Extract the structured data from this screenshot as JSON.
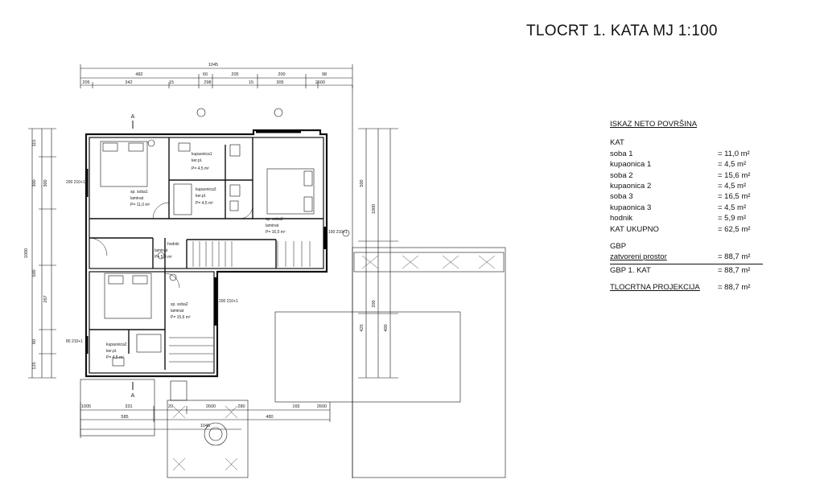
{
  "title": "TLOCRT 1. KATA  MJ 1:100",
  "legend": {
    "heading": "ISKAZ NETO POVRŠINA",
    "section": "KAT",
    "rows": [
      {
        "label": "soba 1",
        "value": "= 11,0 m²"
      },
      {
        "label": "kupaonica 1",
        "value": "= 4,5 m²"
      },
      {
        "label": "soba 2",
        "value": "= 15,6 m²"
      },
      {
        "label": "kupaonica 2",
        "value": "= 4,5 m²"
      },
      {
        "label": "soba 3",
        "value": "= 16,5 m²"
      },
      {
        "label": "kupaonica 3",
        "value": "= 4,5 m²"
      },
      {
        "label": "hodnik",
        "value": "= 5,9 m²"
      },
      {
        "label": "KAT UKUPNO",
        "value": "= 62,5 m²"
      }
    ],
    "gbp_heading": "GBP",
    "gbp_rows": [
      {
        "label": "zatvoreni prostor",
        "value": "= 88,7 m²"
      },
      {
        "label": "GBP  1. KAT",
        "value": "= 88,7 m²"
      }
    ],
    "projection": {
      "label": "TLOCRTNA PROJEKCIJA",
      "value": "= 88,7 m²"
    }
  },
  "plan": {
    "dims_top": {
      "overall": "1045",
      "row2": [
        "482",
        "60",
        "205",
        "200",
        "98"
      ],
      "row3": [
        "205",
        "342",
        "15",
        "298",
        "15",
        "305",
        "2600"
      ]
    },
    "dims_bottom": {
      "row1": [
        "1005",
        "331",
        "20",
        "2600",
        "280",
        "165",
        "2600"
      ],
      "row2": [
        "585",
        "480"
      ],
      "overall": "1045"
    },
    "dims_left": [
      "115",
      "300",
      "300",
      "1000",
      "500",
      "267",
      "60",
      "125"
    ],
    "dims_right": [
      "500",
      "1000",
      "425",
      "400",
      "200"
    ],
    "section_marks": [
      "A",
      "A"
    ],
    "rooms": [
      {
        "name": "sp. soba1",
        "floor": "laminat",
        "area": "P= 11,0 m²"
      },
      {
        "name": "kupaonica1",
        "floor": "ker.pl.",
        "area": "P= 4,5 m²"
      },
      {
        "name": "kupaonica3",
        "floor": "ker.pl.",
        "area": "P= 4,5 m²"
      },
      {
        "name": "sp. soba3",
        "floor": "laminat",
        "area": "P= 16,5 m²"
      },
      {
        "name": "hodnik",
        "floor": "laminat",
        "area": "P= 5,9 m²"
      },
      {
        "name": "sp. soba2",
        "floor": "laminat",
        "area": "P= 15,6 m²"
      },
      {
        "name": "kupaonica2",
        "floor": "ker.pl.",
        "area": "P= 4,5 m²"
      }
    ],
    "window_labels": [
      "200 210+1",
      "100 210+1",
      "200 210+1",
      "80 210+1"
    ]
  }
}
